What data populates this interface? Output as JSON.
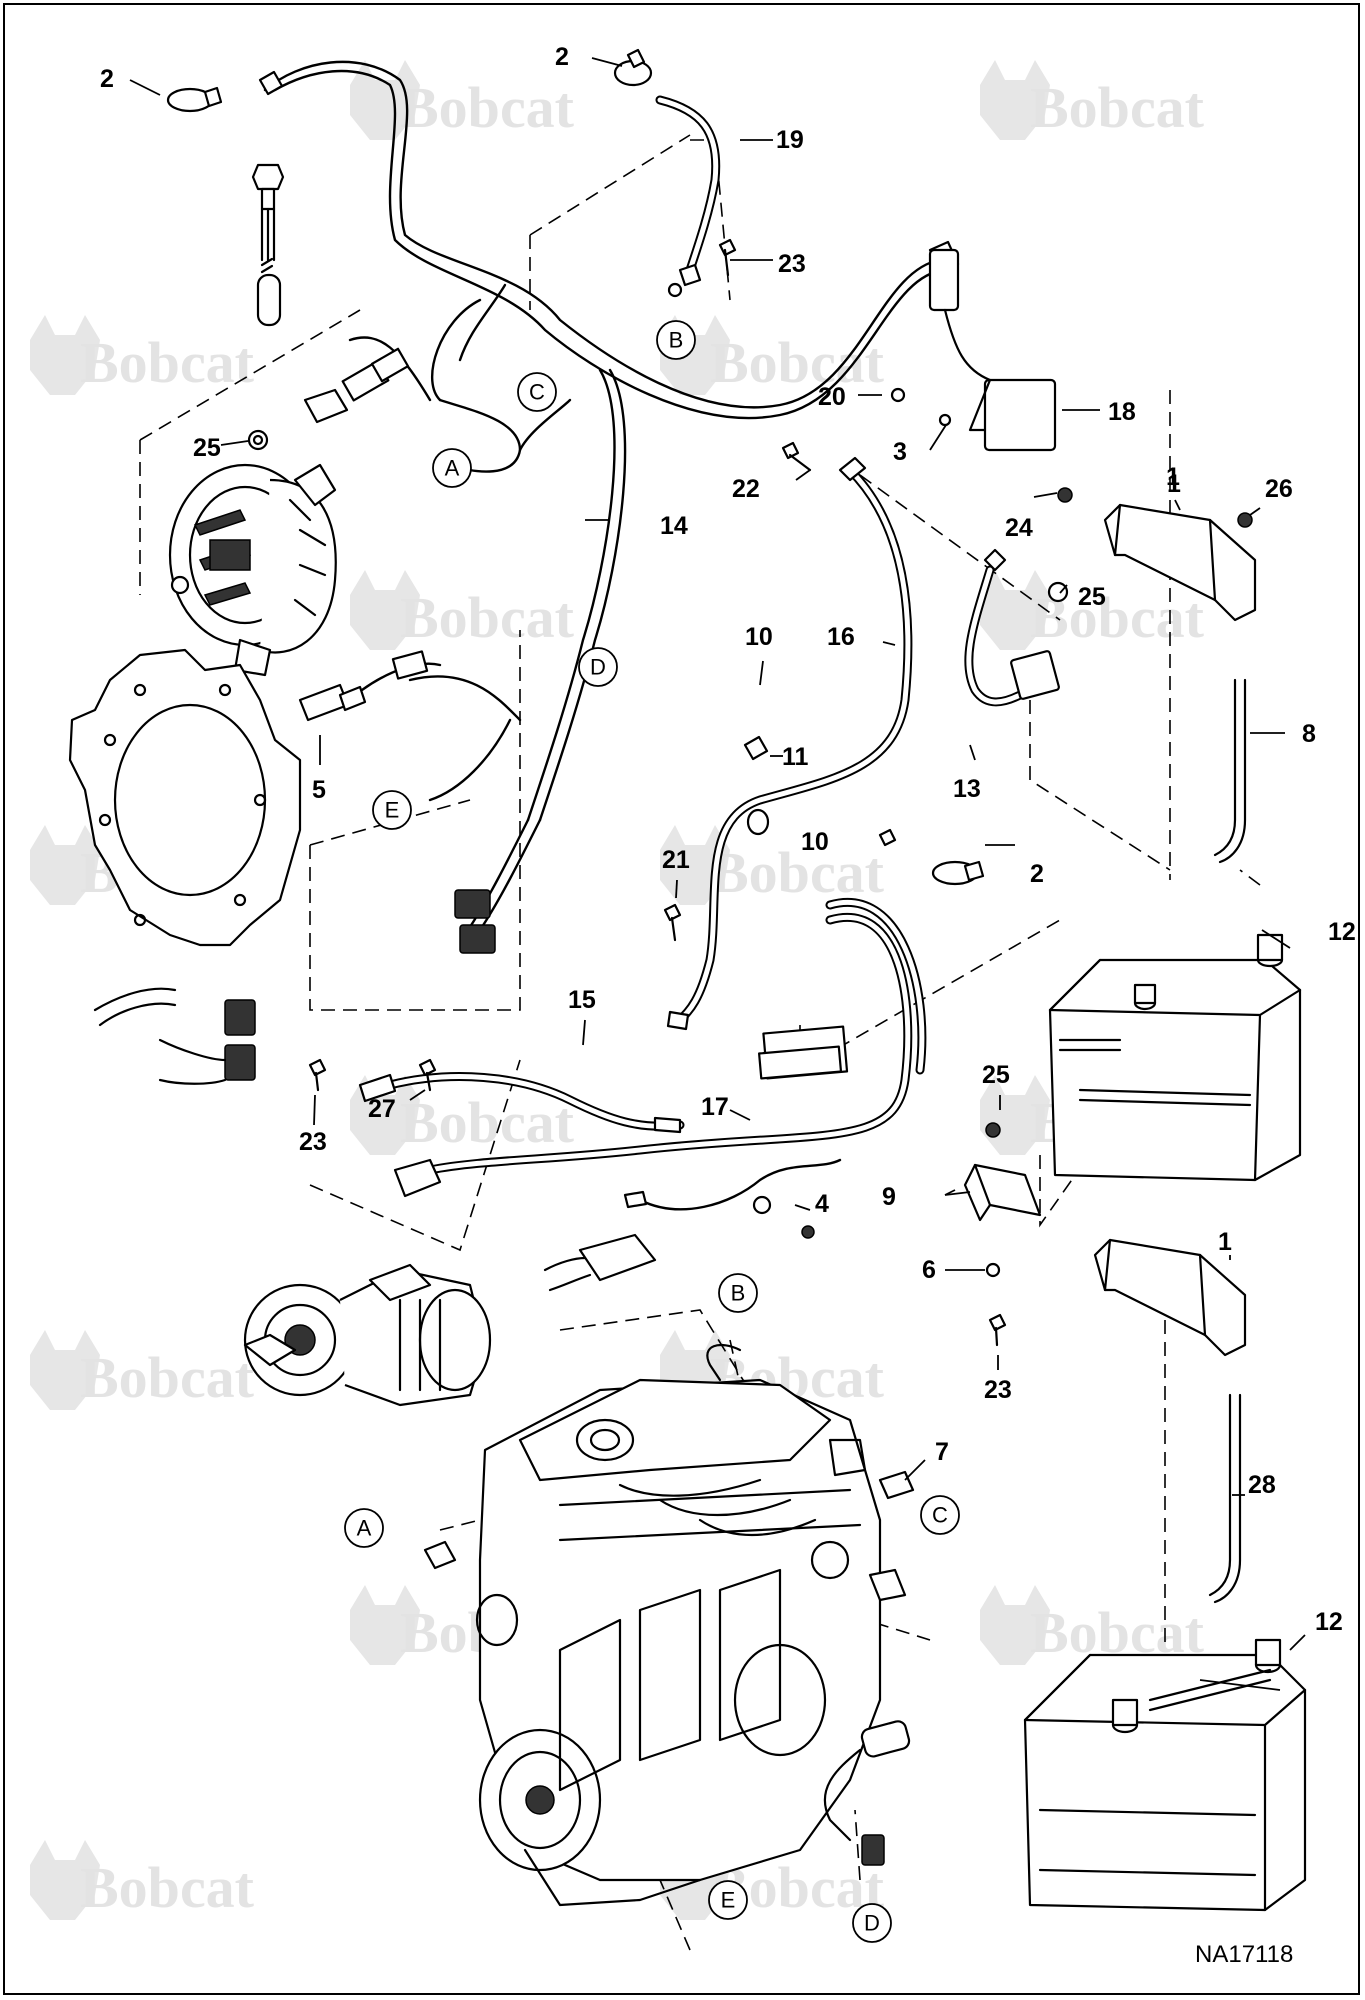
{
  "watermark": "Bobcat",
  "drawing_number": "NA17118",
  "callouts": [
    "1",
    "2",
    "3",
    "4",
    "5",
    "6",
    "7",
    "8",
    "9",
    "10",
    "11",
    "12",
    "13",
    "14",
    "15",
    "16",
    "17",
    "18",
    "19",
    "20",
    "21",
    "22",
    "23",
    "24",
    "25",
    "26",
    "27",
    "28"
  ],
  "reference_letters": [
    "A",
    "B",
    "C",
    "D",
    "E"
  ]
}
